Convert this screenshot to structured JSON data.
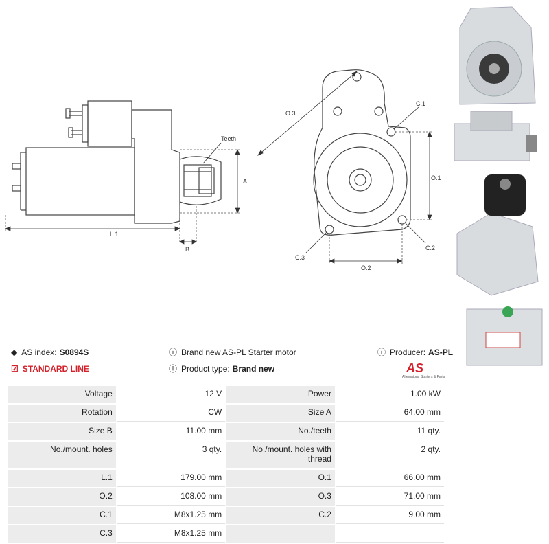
{
  "diagram": {
    "side_labels": {
      "teeth": "Teeth",
      "a": "A",
      "b": "B",
      "l1": "L.1"
    },
    "front_labels": {
      "c1": "C.1",
      "c2": "C.2",
      "c3": "C.3",
      "o1": "O.1",
      "o2": "O.2",
      "o3": "O.3"
    }
  },
  "photos": [
    "photo-front-flange",
    "photo-side-view",
    "photo-top-view",
    "photo-label-view"
  ],
  "info": {
    "as_index_label": "AS index:",
    "as_index_value": "S0894S",
    "description": "Brand new AS-PL Starter motor",
    "producer_label": "Producer:",
    "producer_value": "AS-PL",
    "line_label": "STANDARD LINE",
    "product_type_label": "Product type:",
    "product_type_value": "Brand new",
    "logo_mark": "AS",
    "logo_sub": "Alternators, Starters & Parts"
  },
  "specs": [
    [
      {
        "k": "Voltage",
        "v": "12 V"
      },
      {
        "k": "Power",
        "v": "1.00 kW"
      }
    ],
    [
      {
        "k": "Rotation",
        "v": "CW"
      },
      {
        "k": "Size A",
        "v": "64.00 mm"
      }
    ],
    [
      {
        "k": "Size B",
        "v": "11.00 mm"
      },
      {
        "k": "No./teeth",
        "v": "11 qty."
      }
    ],
    [
      {
        "k": "No./mount. holes",
        "v": "3 qty."
      },
      {
        "k": "No./mount. holes with thread",
        "v": "2 qty."
      }
    ],
    [
      {
        "k": "L.1",
        "v": "179.00 mm"
      },
      {
        "k": "O.1",
        "v": "66.00 mm"
      }
    ],
    [
      {
        "k": "O.2",
        "v": "108.00 mm"
      },
      {
        "k": "O.3",
        "v": "71.00 mm"
      }
    ],
    [
      {
        "k": "C.1",
        "v": "M8x1.25 mm"
      },
      {
        "k": "C.2",
        "v": "9.00 mm"
      }
    ],
    [
      {
        "k": "C.3",
        "v": "M8x1.25 mm"
      },
      {
        "k": "",
        "v": ""
      }
    ]
  ]
}
